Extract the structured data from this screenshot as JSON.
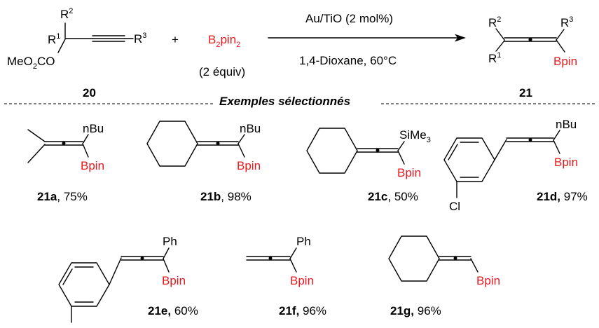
{
  "reaction": {
    "reactant": {
      "id": "20",
      "r2": "R",
      "r2_sup": "2",
      "r1": "R",
      "r1_sup": "1",
      "r3": "R",
      "r3_sup": "3",
      "ester": "MeO",
      "ester_sub": "2",
      "ester_tail": "CO"
    },
    "plus": "+",
    "reagent": {
      "b": "B",
      "sub2": "2",
      "pin": "pin",
      "sub2b": "2",
      "equiv": "(2 équiv)"
    },
    "catalyst": "Au/TiO (2 mol%)",
    "conditions": "1,4-Dioxane, 60°C",
    "product": {
      "id": "21",
      "r2": "R",
      "r2_sup": "2",
      "r1": "R",
      "r1_sup": "1",
      "r3": "R",
      "r3_sup": "3",
      "bpin": "Bpin"
    }
  },
  "section_title": "Exemples sélectionnés",
  "examples": {
    "a": {
      "id": "21a",
      "yield": ", 75%",
      "top": "nBu",
      "bpin": "Bpin"
    },
    "b": {
      "id": "21b",
      "yield": ", 98%",
      "top": "nBu",
      "bpin": "Bpin"
    },
    "c": {
      "id": "21c",
      "yield": ", 50%",
      "top": "SiMe",
      "top_sub": "3",
      "bpin": "Bpin"
    },
    "d": {
      "id": "21d,",
      "yield": " 97%",
      "top": "nBu",
      "bpin": "Bpin",
      "cl": "Cl"
    },
    "e": {
      "id": "21e,",
      "yield": " 60%",
      "top": "Ph",
      "bpin": "Bpin"
    },
    "f": {
      "id": "21f,",
      "yield": " 96%",
      "top": "Ph",
      "bpin": "Bpin"
    },
    "g": {
      "id": "21g,",
      "yield": " 96%",
      "bpin": "Bpin"
    }
  }
}
